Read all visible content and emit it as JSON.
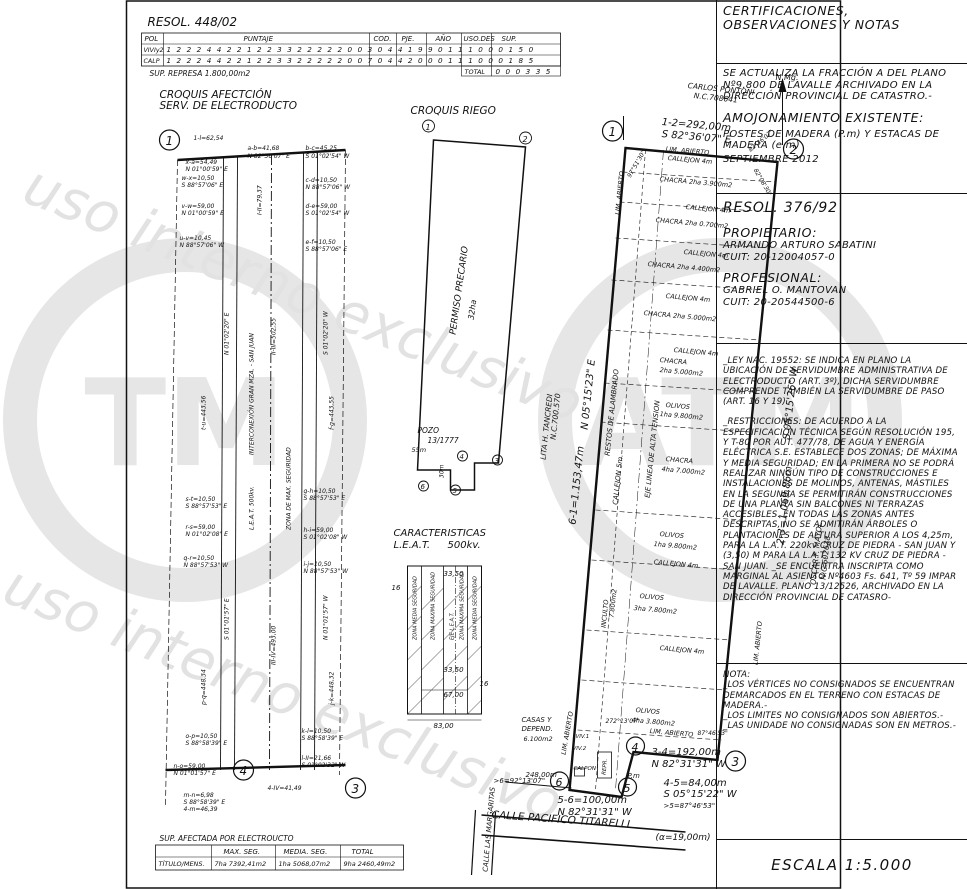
{
  "header": {
    "resol": "RESOL. 448/02",
    "table_headers": [
      "POL",
      "PUNTAJE",
      "COD.",
      "PJE.",
      "AÑO",
      "USO.DES",
      "SUP."
    ],
    "rows": [
      {
        "label": "VIVIy2",
        "digits": "1 2 2 2 4 4 2 2 1 2 2 3 3 2 2 2 2 2 0 0 3 0 4 4 1 9 9 0 1 1 1 0 0 0 1 5 0"
      },
      {
        "label": "CALP",
        "digits": "1 2 2 2 4 4 2 2 1 2 2 3 3 2 2 2 2 2 0 0 7 0 4 4 2 0 0 0 1 1 1 0 0 0 1 8 5"
      }
    ],
    "total_label": "TOTAL",
    "total_value": "0 0 0 3 3 5",
    "sup_represa": "SUP. REPRESA 1.800,00m2"
  },
  "croquis_afectacion": {
    "title1": "CROQUIS AFECTCIÓN",
    "title2": "SERV. DE ELECTRODUCTO",
    "labels": [
      "1-l=62,54",
      "a-b=41,68",
      "N 82°36'07\" E",
      "b-c=45,25",
      "S 01°02'54\" W",
      "x-a=54,49",
      "N 01°00'59\" E",
      "w-x=10,50",
      "S 88°57'06\" E",
      "c-d=10,50",
      "N 88°57'06\" W",
      "I-II=79,37",
      "v-w=59,00",
      "N 01°00'59\" E",
      "d-e=59,00",
      "S 01°02'54\" W",
      "u-v=10,45",
      "N 88°57'06\" W",
      "e-f=10,50",
      "S 88°57'06\" E",
      "N 01°02'20\" E",
      "S 01°02'20\" W",
      "t-u=443,56",
      "II-III=502,55",
      "f-g=443,55",
      "INTERCONEXIÓN GRAN MZA. - SAN JUAN",
      "L.E.A.T. 500kv.",
      "ZONA DE MAX. SEGURIDAD",
      "s-t=10,50",
      "S 88°57'53\" E",
      "g-h=10,50",
      "S 88°57'53\" E",
      "r-s=59,00",
      "N 01°02'08\" E",
      "h-i=59,00",
      "S 01°02'08\" W",
      "q-r=10,50",
      "N 88°57'53\" W",
      "i-j=10,50",
      "N 88°57'53\" W",
      "S 01°01'57\" E",
      "N 01°01'57\" W",
      "p-q=448,34",
      "III-IV=493,00",
      "j-k=448,32",
      "o-p=10,50",
      "S 88°58'39\" E",
      "k-l=10,50",
      "S 88°58'39\" E",
      "n-o=59,00",
      "N 01°01'57\" E",
      "l-II=21,66",
      "S 01°02'32\" W",
      "4-IV=41,49",
      "m-n=6,98",
      "S 88°58'39\" E",
      "4-m=46,39"
    ]
  },
  "sup_afectada": {
    "title": "SUP. AFECTADA POR ELECTROUCTO",
    "headers": [
      "",
      "MAX. SEG.",
      "MEDIA. SEG.",
      "TOTAL"
    ],
    "row": [
      "TÍTULO/MENS.",
      "7ha 7392,41m2",
      "1ha 5068,07m2",
      "9ha 2460,49m2"
    ]
  },
  "croquis_riego": {
    "title": "CROQUIS RIEGO",
    "permiso": "PERMISO PRECARIO",
    "permiso_area": "32ha",
    "pozo": "POZO",
    "pozo_num": "13/1777",
    "dim1": "55m",
    "dim2": "30m"
  },
  "caracteristicas": {
    "title1": "CARACTERISTICAS",
    "title2": "L.E.A.T.",
    "title3": "500kv.",
    "dims": [
      "16",
      "33,50",
      "33,50",
      "67,00",
      "16",
      "83,00"
    ],
    "zones": [
      "ZONA MEDIA SEGURIDAD",
      "ZONA MAXIMA SEGURIDAD",
      "EJE L.E.A.T.",
      "ZONA MAXIMA SEGURIDAD",
      "ZONA MEDIA SEGURIDAD"
    ]
  },
  "plano": {
    "north": "N.Mg.",
    "neighbor_n": "CARLOS PONTONI",
    "neighbor_n_nc": "N.C.708641",
    "side_1_2": "1-2=292,00m",
    "bearing_1_2": "S 82°36'07\" E",
    "lim_abierto": "LIM. ABIERTO",
    "angle1": "97°51'30\"",
    "angle2": "82°36'07\"",
    "angle3": "82°08'30\"",
    "parcels": [
      "CALLEJON 4m",
      "CHACRA 2ha 3.900m2",
      "CALLEJON 4m",
      "CHACRA 2ha 0.700m2",
      "CALLEJON 4m",
      "CHACRA 2ha 4.400m2",
      "CALLEJON 4m",
      "CHACRA 2ha 5.000m2",
      "CALLEJON 4m",
      "CHACRA",
      "2ha 5.000m2",
      "OLIVOS",
      "1ha 9.800m2",
      "CHACRA",
      "4ha 7.000m2",
      "OLIVOS",
      "1ha 9.800m2",
      "CALLEJON 4m",
      "OLIVOS",
      "3ha 7.800m2",
      "CALLEJON 4m",
      "OLIVOS",
      "4ha 3.800m2"
    ],
    "inculto": "INCULTO",
    "inculto_area": "7.800m2",
    "restos": "RESTOS DE ALAMBRADO",
    "callejon5": "CALLEJON 5m.",
    "eje_linea": "EJE LINEA DE ALTA TENSION",
    "side_6_1": "6-1=1.153,47m",
    "bearing_6_1": "N 05°15'23\" E",
    "side_2_3": "2-3=1.069,86m",
    "bearing_2_3": "S 05°15'26\" W",
    "neighbor_w": "LITA H. TANCREDI",
    "neighbor_w_nc": "N.C.700.570",
    "neighbor_e": "OSCAR F. MAYOL",
    "neighbor_e_nc": "N.C.602638",
    "casas": "CASAS Y",
    "depend": "DEPEND.",
    "casas_area": "6.100m2",
    "viv1": "VIV.1",
    "viv2": "VIV.2",
    "calpon": "CALPON",
    "repr": "REPR.",
    "lim_abierto2": "LIM. ABIERTO",
    "angle4": "272°13'07\"",
    "angle5": "87°46'53\"",
    "side_3_4": "3-4=192,00m",
    "bearing_3_4": "N 82°31'31\" W",
    "side_4_5": "4-5=84,00m",
    "bearing_4_5": "S 05°15'22\" W",
    "angle_5": ">5=87°46'53\"",
    "angle_6": ">6=92°13'07\"",
    "side_5_6": "5-6=100,00m",
    "bearing_5_6": "N 82°31'31\" W",
    "calle_pacifico": "CALLE PACIFICO TITARELLI",
    "calle_alpha": "(α=19,00m)",
    "calle_margaritas": "CALLE LAS MARGARITAS",
    "dim_248": "248,00m",
    "pm": "P.m"
  },
  "panel": {
    "cert_title": "CERTIFICACIONES, OBSERVACIONES Y NOTAS",
    "update_note": "SE ACTUALIZA LA FRACCIÓN A DEL PLANO Nº9.800 DE LAVALLE ARCHIVADO EN LA DIRECCIÓN PROVINCIAL DE CATASTRO.-",
    "amojonamiento": "AMOJONAMIENTO EXISTENTE:",
    "postes": "POSTES DE MADERA (P.m) Y ESTACAS DE MADERA (e.m)",
    "fecha": "SEPTIEMBRE 2012",
    "resol": "RESOL. 376/92",
    "propietario_label": "PROPIETARIO:",
    "propietario_name": "ARMANDO ARTURO SABATINI",
    "propietario_cuit": "CUIT: 20-12004057-0",
    "profesional_label": "PROFESIONAL:",
    "profesional_name": "GABRIEL O. MANTOVAN",
    "profesional_cuit": "CUIT: 20-20544500-6",
    "ley_note": "_LEY NAC. 19552: SE INDICA EN PLANO LA UBICACIÓN DE SERVIDUMBRE ADMINISTRATIVA DE ELECTRODUCTO (ART. 3º), DICHA SERVIDUMBRE COMPRENDE TAMBIÉN LA SERVIDUMBRE DE PASO (ART. 16 Y 19)",
    "restricciones": "_RESTRICCIONES: DE ACUERDO A LA ESPECIFICACIÓN TÉCNICA SEGÚN RESOLUCIÓN 195, Y T-80 POR AUT. 477/78, DE AGUA Y ENERGÍA ELÉCTRICA S.E. ESTABLECE DOS ZONAS; DE MÁXIMA Y MEDIA SEGURIDAD; EN LA PRIMERA NO SE PODRÁ REALIZAR NINGÚN TIPO DE CONSTRUCCIONES E INSTALACIONES DE MOLINOS, ANTENAS, MÁSTILES EN LA SEGUNDA SE PERMITIRÁN CONSTRUCCIONES DE UNA PLANTA SIN BALCONES NI TERRAZAS ACCESIBLES. EN TODAS LAS ZONAS ANTES DESCRIPTAS, NO SE ADMITIRÁN ÁRBOLES O PLANTACIONES DE ALTURA SUPERIOR A LOS 4,25m, PARA LA L.A.T. 220kv CRUZ DE PIEDRA - SAN JUAN Y (3,50) M PARA LA L.A.T. 132 KV CRUZ DE PIEDRA - SAN JUAN. _SE ENCUENTRA INSCRIPTA COMO MARGINAL AL ASIENTO Nº4603 Fs. 641, Tº 59 IMPAR DE LAVALLE. PLANO 13/12526, ARCHIVADO EN LA DIRECCIÓN PROVINCIAL DE CATASRO-",
    "nota_label": "NOTA:",
    "nota_1": "_LOS VÉRTICES NO CONSIGNADOS SE ENCUENTRAN DEMARCADOS EN EL TERRENO CON ESTACAS DE MADERA.-",
    "nota_2": "_LOS LIMITES NO CONSIGNADOS SON ABIERTOS.-",
    "nota_3": "_LAS UNIDADE NO CONSIGNADAS SON EN METROS.-",
    "escala": "ESCALA 1:5.000"
  },
  "watermark": {
    "logo_text": "ATM",
    "band_text": "uso interno exclusivo"
  },
  "colors": {
    "ink": "#111111",
    "watermark": "#d6d6d6"
  }
}
